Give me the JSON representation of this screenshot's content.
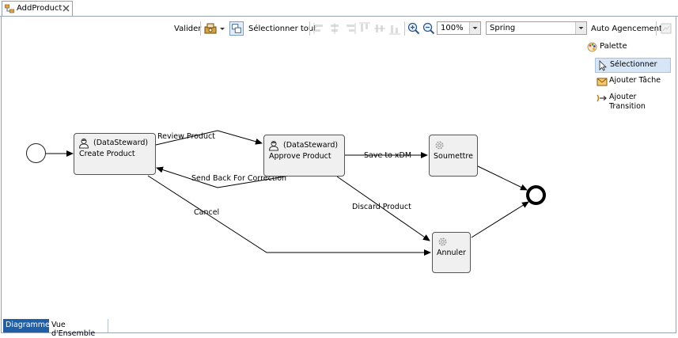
{
  "tab": {
    "title": "AddProduct"
  },
  "toolbar": {
    "valider": "Valider",
    "select_all": "Sélectionner tout",
    "zoom_value": "100%",
    "layout_value": "Spring",
    "auto_layout": "Auto Agencement"
  },
  "palette": {
    "title": "Palette",
    "items": [
      {
        "label": "Sélectionner"
      },
      {
        "label": "Ajouter Tâche"
      },
      {
        "label": "Ajouter Transition"
      }
    ]
  },
  "diagram": {
    "nodes": [
      {
        "role": "(DataSteward)",
        "name": "Create Product"
      },
      {
        "role": "(DataSteward)",
        "name": "Approve Product"
      },
      {
        "name": "Soumettre"
      },
      {
        "name": "Annuler"
      }
    ],
    "transitions": [
      "Review Product",
      "Send Back For Correction",
      "Save to xDM",
      "Discard Product",
      "Cancel"
    ]
  },
  "bottom_tabs": [
    {
      "label": "Diagramme",
      "active": true
    },
    {
      "label": "Vue d'Ensemble",
      "active": false
    }
  ],
  "colors": {
    "active_tab": "#1f5fa6",
    "selection_highlight": "#d7e6f7",
    "gear": "#9a9a9a"
  }
}
